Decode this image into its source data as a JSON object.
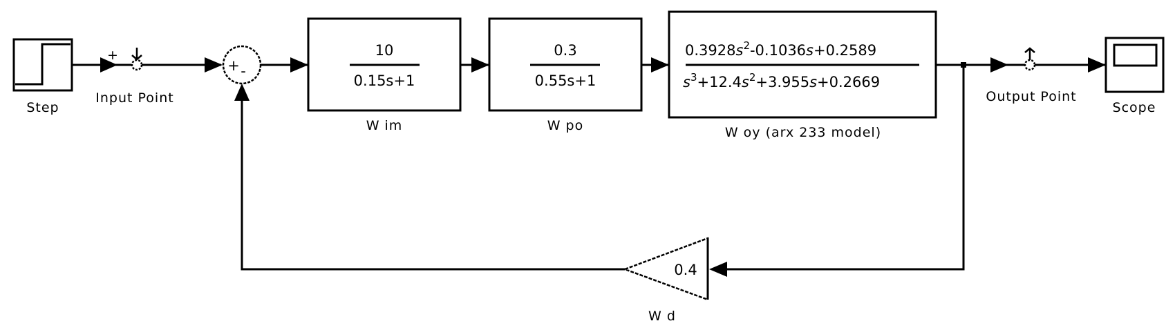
{
  "diagram": {
    "type": "simulink-block-diagram",
    "blocks": {
      "step": {
        "label": "Step"
      },
      "input_point": {
        "label": "Input Point",
        "sign": "+"
      },
      "sum": {
        "signs": [
          "+",
          "-"
        ]
      },
      "wim": {
        "label": "W im",
        "numerator": "10",
        "denominator": "0.15s+1"
      },
      "wpo": {
        "label": "W po",
        "numerator": "0.3",
        "denominator": "0.55s+1"
      },
      "woy": {
        "label": "W oy (arx 233 model)",
        "numerator": {
          "c2": "0.3928",
          "c1": "-0.1036",
          "c0": "+0.2589"
        },
        "denominator": {
          "c3": "",
          "c2": "+12.4",
          "c1": "+3.955",
          "c0": "+0.2669"
        }
      },
      "output_point": {
        "label": "Output Point"
      },
      "scope": {
        "label": "Scope"
      },
      "wd": {
        "label": "W d",
        "gain": "0.4"
      }
    },
    "connections": [
      "Step -> Input Point",
      "Input Point -> Sum(+)",
      "Sum -> W im",
      "W im -> W po",
      "W po -> W oy",
      "W oy -> Output Point",
      "Output Point -> Scope",
      "W oy -> W d",
      "W d -> Sum(-)"
    ]
  }
}
